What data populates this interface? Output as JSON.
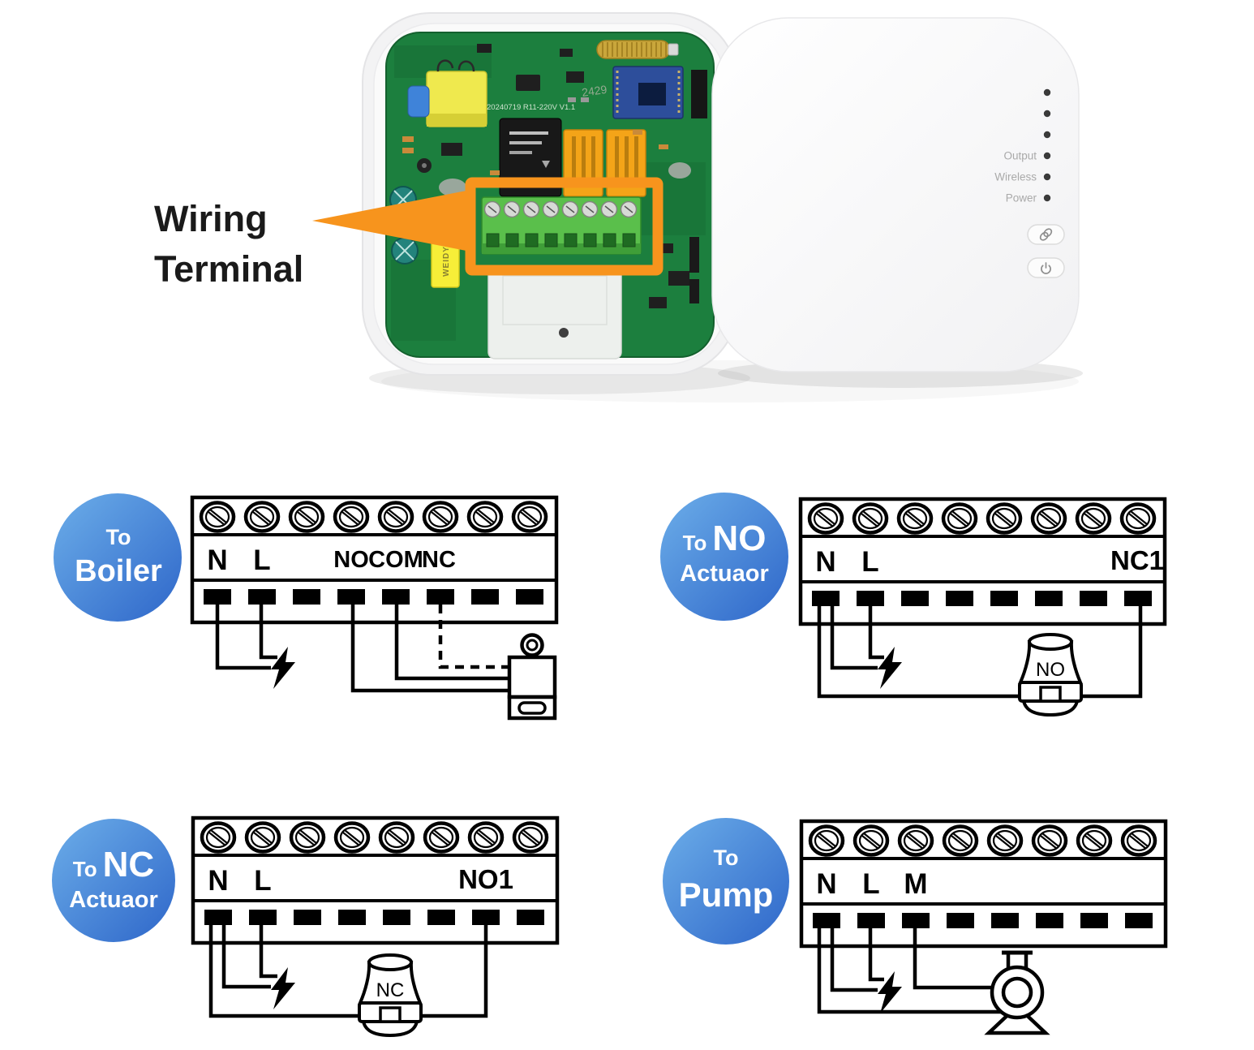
{
  "callout": {
    "line1": "Wiring",
    "line2": "Terminal"
  },
  "photo": {
    "pcb_version_text": "20240719 R11-220V V1.1",
    "pcb_batch_mark": "2429",
    "component_mark": "WEIDY",
    "led_labels": [
      "Output",
      "Wireless",
      "Power"
    ],
    "led_count": "6",
    "button_icons": [
      "link",
      "power"
    ],
    "highlight_color": "#F7941D"
  },
  "diagrams": {
    "boiler": {
      "badge_top": "To",
      "badge_main": "Boiler",
      "label_n": "N",
      "label_l": "L",
      "label_no": "NO",
      "label_com": "COM",
      "label_nc": "NC"
    },
    "no_actuator": {
      "badge_small": "To",
      "badge_big": "NO",
      "badge_line2": "Actuaor",
      "label_n": "N",
      "label_l": "L",
      "label_right": "NC1",
      "device_label": "NO"
    },
    "nc_actuator": {
      "badge_small": "To",
      "badge_big": "NC",
      "badge_line2": "Actuaor",
      "label_n": "N",
      "label_l": "L",
      "label_right": "NO1",
      "device_label": "NC"
    },
    "pump": {
      "badge_top": "To",
      "badge_main": "Pump",
      "label_n": "N",
      "label_l": "L",
      "label_m": "M"
    }
  },
  "colors": {
    "badge_gradient_start": "#6CAEE9",
    "badge_gradient_end": "#2E66C9",
    "highlight": "#F7941D",
    "diagram_line": "#000000"
  }
}
